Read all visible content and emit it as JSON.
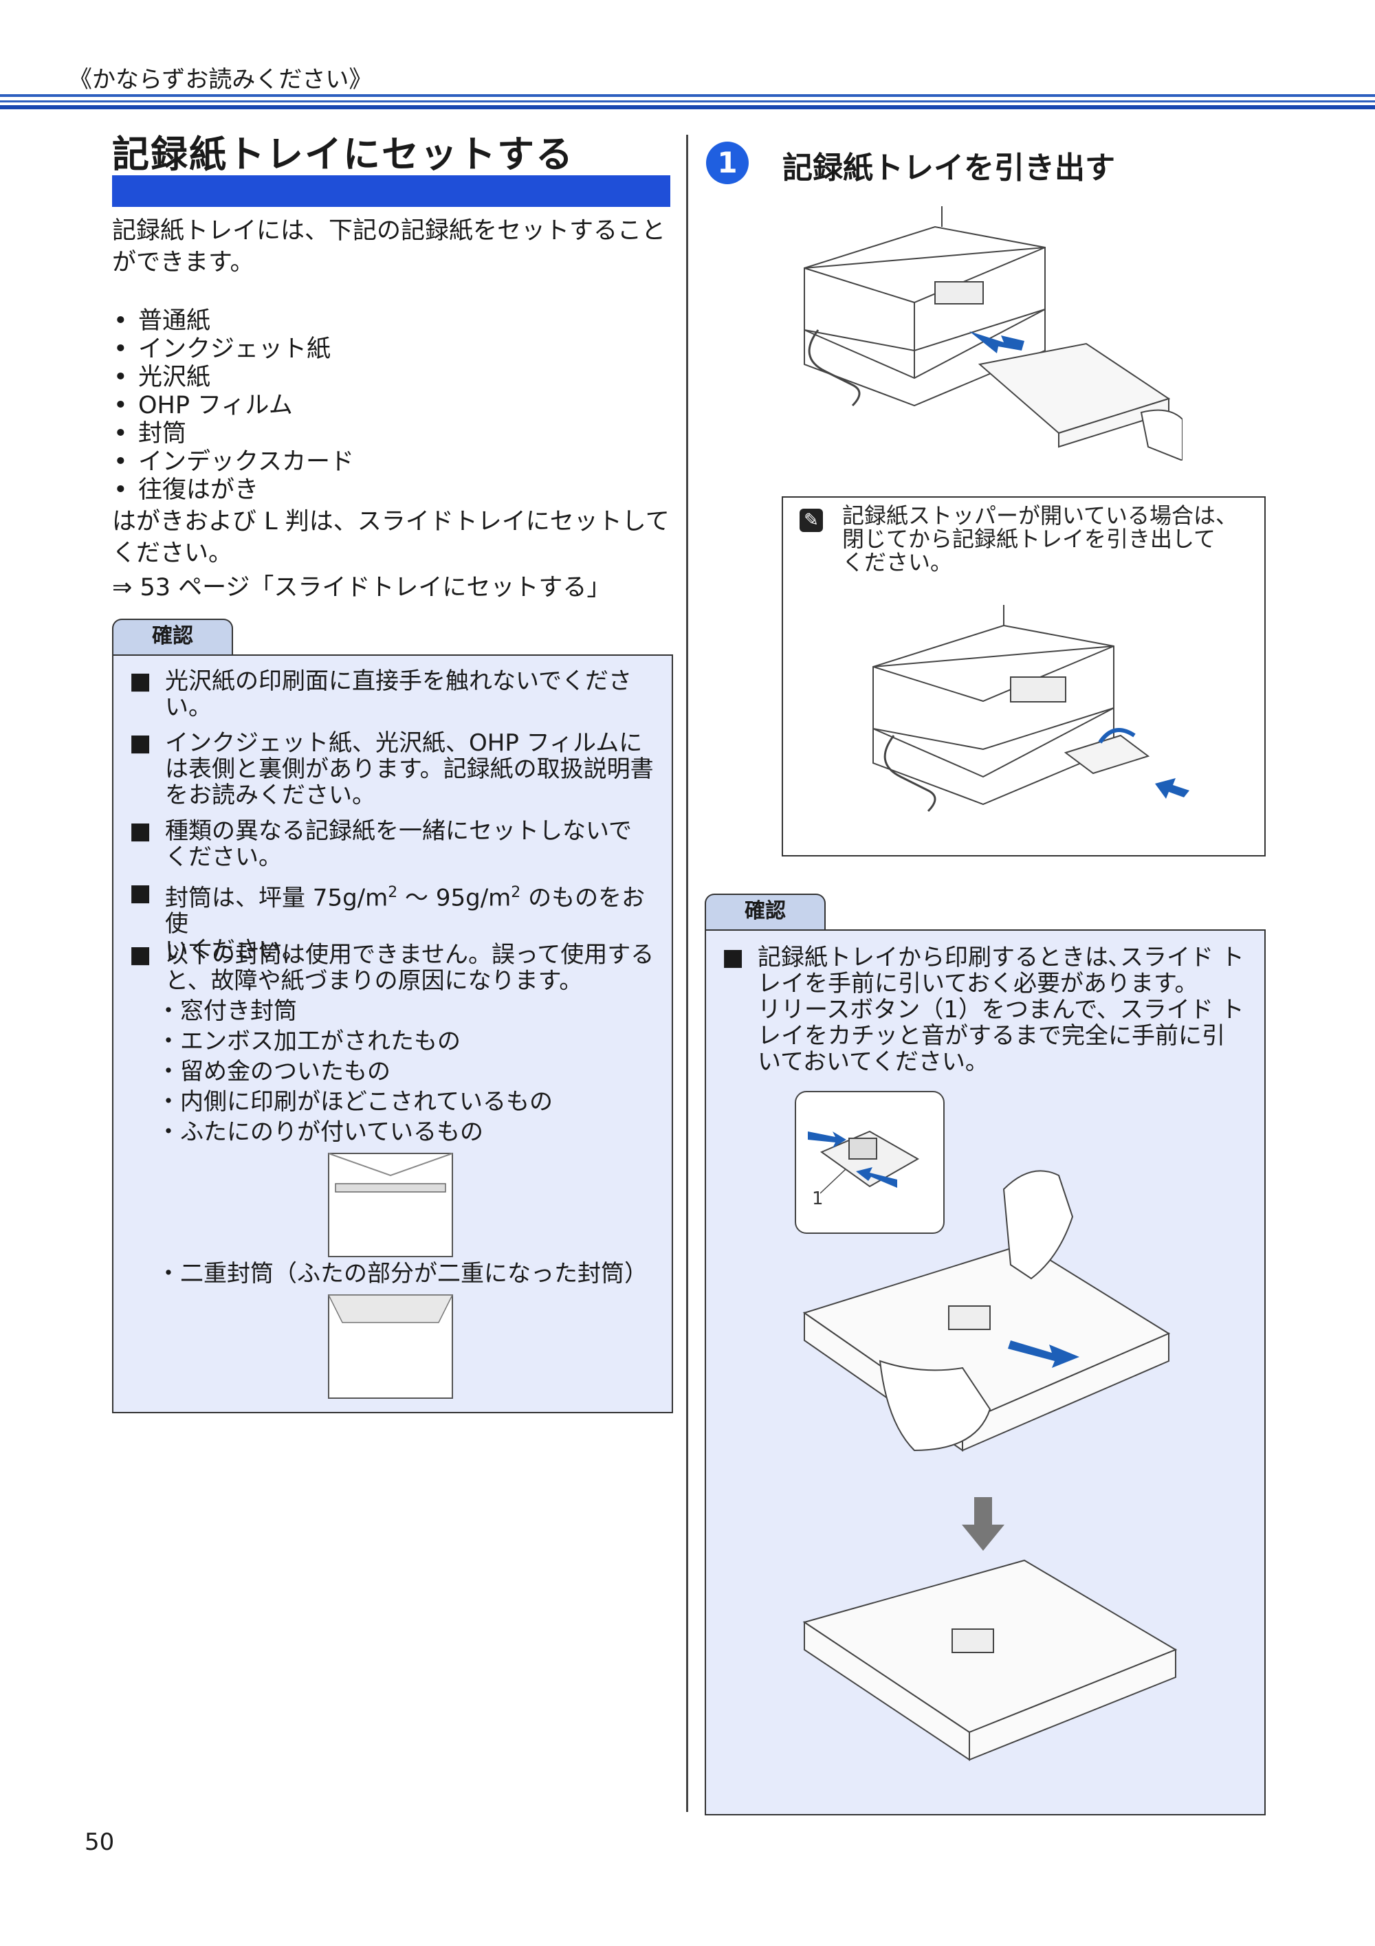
{
  "header": {
    "label": "《かならずお読みください》"
  },
  "section": {
    "title": "記録紙トレイにセットする",
    "intro": [
      "記録紙トレイには、下記の記録紙をセットすること",
      "ができます。"
    ],
    "paper_types": [
      "普通紙",
      "インクジェット紙",
      "光沢紙",
      "OHP フィルム",
      "封筒",
      "インデックスカード",
      "往復はがき"
    ],
    "note_lines": [
      "はがきおよび L 判は、スライドトレイにセットして",
      "ください。"
    ],
    "reference": "⇒ 53 ページ「スライドトレイにセットする」"
  },
  "confirm_left": {
    "tab": "確認",
    "items": [
      [
        "光沢紙の印刷面に直接手を触れないでくださ",
        "い。"
      ],
      [
        "インクジェット紙、光沢紙、OHP フィルムに",
        "は表側と裏側があります。記録紙の取扱説明書",
        "をお読みください。"
      ],
      [
        "種類の異なる記録紙を一緒にセットしないで",
        "ください。"
      ],
      [
        "以下の封筒は使用できません。誤って使用する",
        "と、故障や紙づまりの原因になります。"
      ]
    ],
    "item4_pre": "封筒は、坪量 75g/m",
    "item4_mid": " ～ 95g/m",
    "item4_post": " のものをお使",
    "item4_sup": "2",
    "item4_line2": "いください。",
    "envelope_types": [
      "・窓付き封筒",
      "・エンボス加工がされたもの",
      "・留め金のついたもの",
      "・内側に印刷がほどこされているもの",
      "・ふたにのりが付いているもの"
    ],
    "double_envelope": "・二重封筒（ふたの部分が二重になった封筒）"
  },
  "step": {
    "number": "1",
    "title": "記録紙トレイを引き出す",
    "note": [
      "記録紙ストッパーが開いている場合は、",
      "閉じてから記録紙トレイを引き出して",
      "ください。"
    ]
  },
  "confirm_right": {
    "tab": "確認",
    "lines": [
      "記録紙トレイから印刷するときは､スライド ト",
      "レイを手前に引いておく必要があります。",
      "リリースボタン（1）をつまんで、スライド ト",
      "レイをカチッと音がするまで完全に手前に引",
      "いておいてください。"
    ],
    "callout_label": "1"
  },
  "page_number": "50",
  "colors": {
    "accent_blue": "#1f4fd8",
    "box_fill": "#e6ebfb",
    "tab_fill": "#c6d3ec",
    "arrow_blue": "#1d5fb8"
  }
}
